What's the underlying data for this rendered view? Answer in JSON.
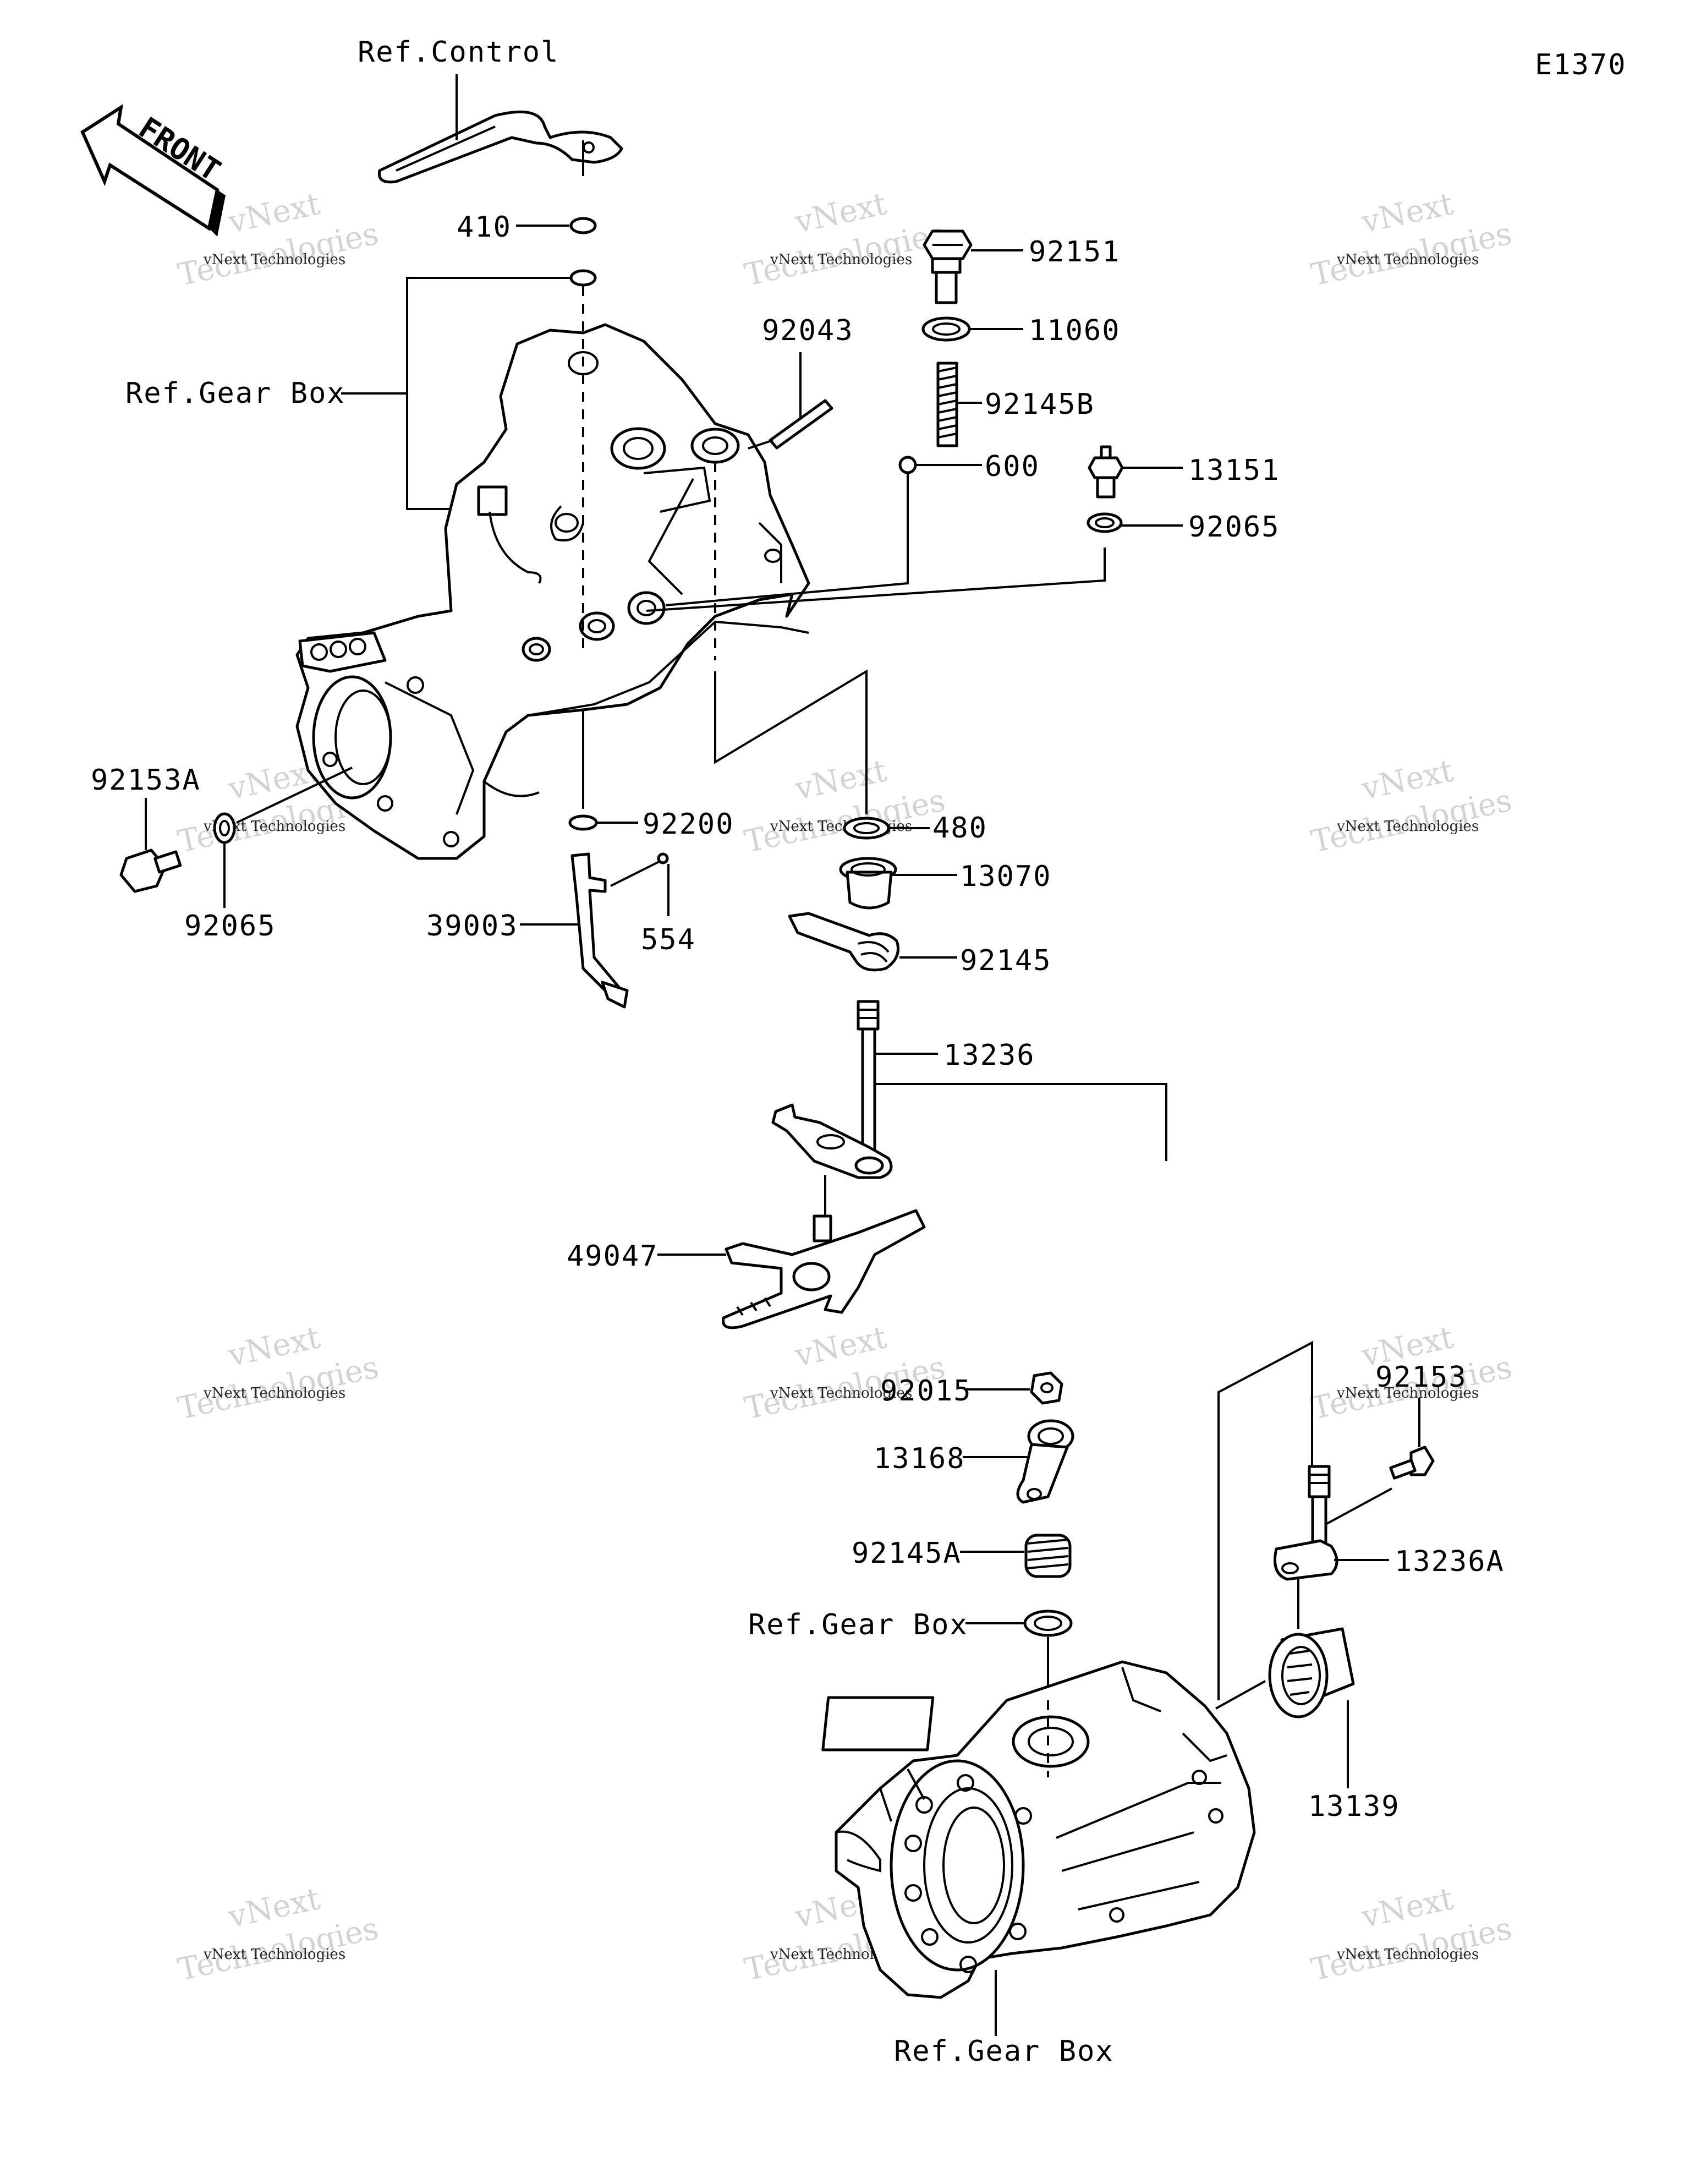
{
  "diagram_code": "E1370",
  "front_label": "FRONT",
  "labels": {
    "ref_control": "Ref.Control",
    "p410": "410",
    "ref_gear_box_top": "Ref.Gear Box",
    "p92151": "92151",
    "p11060": "11060",
    "p92043": "92043",
    "p92145B": "92145B",
    "p600": "600",
    "p13151": "13151",
    "p92065_right": "92065",
    "p92153A": "92153A",
    "p92065_left": "92065",
    "p92200": "92200",
    "p480": "480",
    "p13070": "13070",
    "p39003": "39003",
    "p554": "554",
    "p92145": "92145",
    "p13236": "13236",
    "p49047": "49047",
    "p92015": "92015",
    "p92153": "92153",
    "p13168": "13168",
    "p92145A": "92145A",
    "p13236A": "13236A",
    "ref_gear_box_mid": "Ref.Gear Box",
    "p13139": "13139",
    "ref_gear_box_bottom": "Ref.Gear Box"
  },
  "watermark": {
    "brand": "vNext Technologies",
    "line1": "vNext",
    "line2": "Technologies"
  }
}
